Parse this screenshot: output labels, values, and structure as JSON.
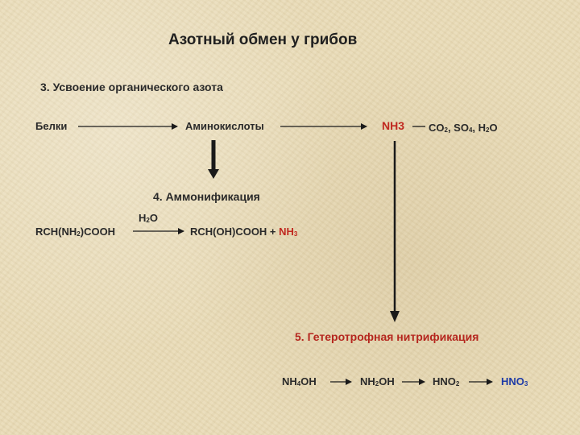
{
  "title": "Азотный обмен у грибов",
  "section3": {
    "heading": "3. Усвоение органического азота",
    "proteins": "Белки",
    "amino_acids": "Аминокислоты",
    "nh3": "NH3",
    "products": {
      "co": "CO",
      "co_sub": "2",
      "sep1": ", SO",
      "so_sub": "4",
      "sep2": ", H",
      "h_sub": "2",
      "o": "O"
    }
  },
  "section4": {
    "heading": "4. Аммонификация",
    "water": {
      "h": "H",
      "sub": "2",
      "o": "O"
    },
    "reactant": {
      "a": "RCH(NH",
      "sub": "2",
      "b": ")COOH"
    },
    "product": {
      "a": "RCH(OH)COOH + ",
      "nh": "NH",
      "sub": "3"
    }
  },
  "section5": {
    "heading": "5. Гетеротрофная нитрификация",
    "chain": {
      "nh4oh": {
        "a": "NH",
        "sub": "4",
        "b": "OH"
      },
      "nh2oh": {
        "a": "NH",
        "sub": "2",
        "b": "OH"
      },
      "hno2": {
        "a": "HNO",
        "sub": "2"
      },
      "hno3": {
        "a": "HNO",
        "sub": "3"
      }
    }
  },
  "colors": {
    "accent_red": "#c0281f",
    "accent_blue": "#1d3aa6",
    "background": "#e9dcb8"
  }
}
